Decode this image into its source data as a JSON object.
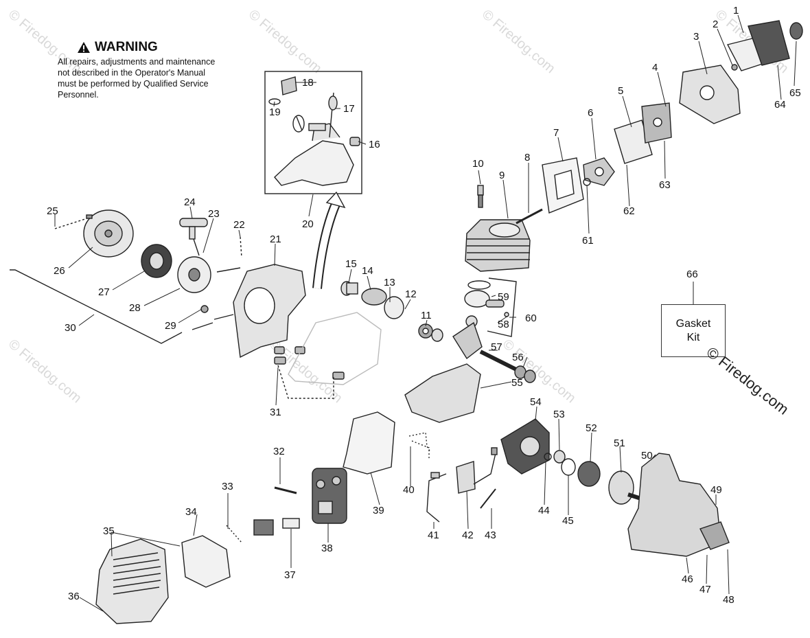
{
  "warning": {
    "title": "WARNING",
    "text": "All repairs, adjustments and maintenance not described in the Operator's Manual must be performed by Qualified Service Personnel."
  },
  "gasket_kit": {
    "number": "66",
    "label": "Gasket Kit"
  },
  "copyright": "© Firedog.com",
  "watermark": "© Firedog.com",
  "part_numbers": [
    "1",
    "2",
    "3",
    "4",
    "5",
    "6",
    "7",
    "8",
    "9",
    "10",
    "11",
    "12",
    "13",
    "14",
    "15",
    "16",
    "17",
    "18",
    "19",
    "20",
    "21",
    "22",
    "23",
    "24",
    "25",
    "26",
    "27",
    "28",
    "29",
    "30",
    "31",
    "32",
    "33",
    "34",
    "35",
    "36",
    "37",
    "38",
    "39",
    "40",
    "41",
    "42",
    "43",
    "44",
    "45",
    "46",
    "47",
    "48",
    "49",
    "50",
    "51",
    "52",
    "53",
    "54",
    "55",
    "56",
    "57",
    "58",
    "59",
    "60",
    "61",
    "62",
    "63",
    "64",
    "65"
  ],
  "icons": {
    "warning": "warning-triangle-icon"
  }
}
